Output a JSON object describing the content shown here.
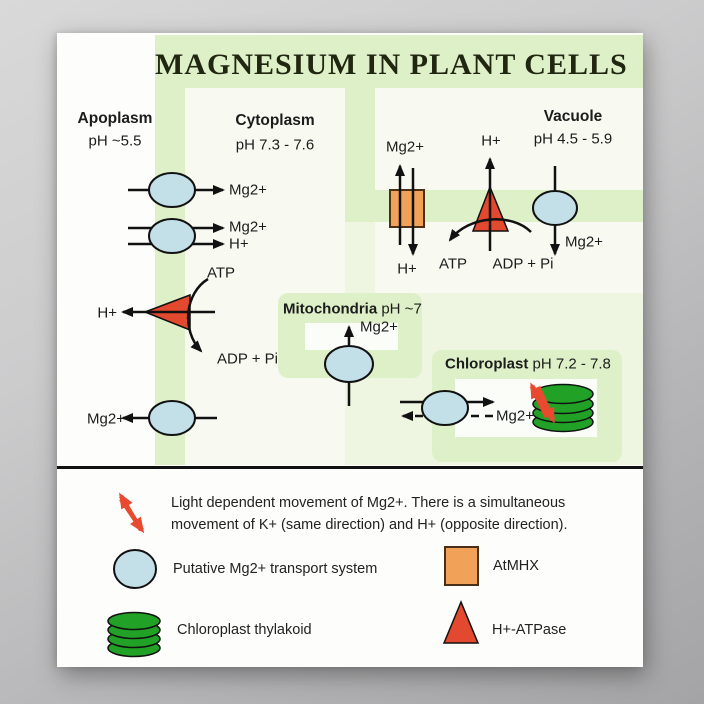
{
  "poster": {
    "title": "MAGNESIUM IN PLANT CELLS",
    "colors": {
      "membrane_green": "#def0c8",
      "cell_pale_green": "#eef5e0",
      "transporter_blue": "#c3dfe7",
      "atmhx_orange": "#f2a258",
      "atpase_red": "#e3492e",
      "thylakoid_green": "#21a226",
      "light_arrow_red": "#e8492f"
    }
  },
  "regions": {
    "apoplasm": {
      "name": "Apoplasm",
      "ph": "pH ~5.5"
    },
    "cytoplasm": {
      "name": "Cytoplasm",
      "ph": "pH 7.3 - 7.6"
    },
    "vacuole": {
      "name": "Vacuole",
      "ph": "pH 4.5 - 5.9"
    },
    "mitochondria": {
      "name": "Mitochondria",
      "ph": "pH ~7"
    },
    "chloroplast": {
      "name": "Chloroplast",
      "ph": "pH 7.2 - 7.8"
    }
  },
  "ions": {
    "mg": "Mg2+",
    "h": "H+",
    "atp": "ATP",
    "adp_pi": "ADP + Pi"
  },
  "legend": {
    "light_line1": "Light dependent movement of Mg2+. There is a simultaneous",
    "light_line2": "movement of K+ (same direction) and H+ (opposite direction).",
    "transport": "Putative Mg2+ transport system",
    "atmhx": "AtMHX",
    "thylakoid": "Chloroplast thylakoid",
    "atpase": "H+-ATPase"
  }
}
